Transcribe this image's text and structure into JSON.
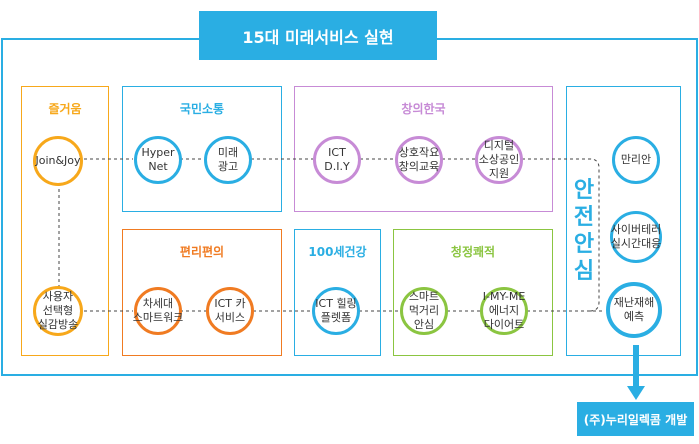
{
  "title": "15대 미래서비스 실현",
  "developer": "(주)누리일렉콤 개발",
  "groups": {
    "fun": "즐거움",
    "communication": "국민소통",
    "creative": "창의한국",
    "convenience": "편리편의",
    "health": "100세건강",
    "clean": "청정쾌적",
    "safety": "안전안심"
  },
  "services": {
    "join_joy": "Join&Joy",
    "user_broadcast": "사용자\n선택형\n실감방송",
    "hyper_net": "Hyper\nNet",
    "future_ad": "미래\n광고",
    "ict_diy": "ICT\nD.I.Y",
    "creative_edu": "상호작요\n창의교육",
    "digital_merchant": "디지털\n소상공인\n지원",
    "next_work": "차세대\n스마트워크",
    "ict_car": "ICT 카\n서비스",
    "ict_healing": "ICT 힐링\n플렛폼",
    "smart_food": "스마트\n먹거리\n안심",
    "energy_diet": "I-MY-ME\n에너지\n다이어트",
    "great_wall": "만리안",
    "cyber_terror": "사이버테러\n실시간대응",
    "disaster": "재난재해\n예측"
  },
  "colors": {
    "blue": "#2aaee3",
    "orange": "#f7a81b",
    "orange_dark": "#f07b22",
    "purple": "#c78bd6",
    "green": "#8bc541"
  }
}
